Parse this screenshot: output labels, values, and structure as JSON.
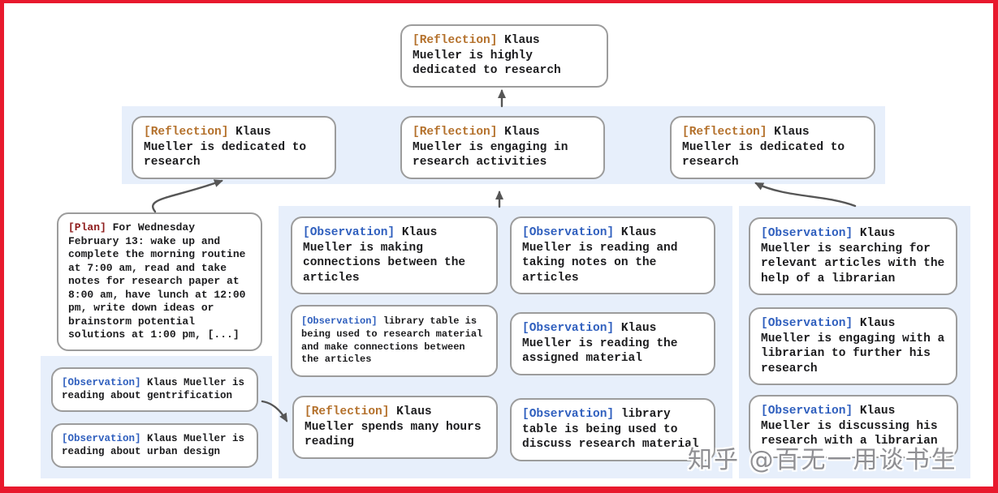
{
  "colors": {
    "frame": "#e8192d",
    "band": "#e7effb",
    "node_border": "#9c9c9c",
    "node_bg": "#ffffff",
    "text": "#1c1c1e",
    "reflection": "#b4712c",
    "observation": "#2f5fbe",
    "plan": "#8e1b1b",
    "arrow": "#565656",
    "watermark": "#8f8f93"
  },
  "nodes": {
    "top": {
      "tag": "[Reflection]",
      "text": "Klaus Mueller is highly dedicated to research"
    },
    "refl_left": {
      "tag": "[Reflection]",
      "text": "Klaus Mueller is dedicated to research"
    },
    "refl_mid": {
      "tag": "[Reflection]",
      "text": "Klaus Mueller is engaging in research activities"
    },
    "refl_right": {
      "tag": "[Reflection]",
      "text": "Klaus Mueller is dedicated to research"
    },
    "plan": {
      "tag": "[Plan]",
      "text": "For Wednesday February 13: wake up and complete the morning routine at 7:00 am, read and take notes for research paper at 8:00 am, have lunch at 12:00 pm, write down ideas or brainstorm potential solutions at 1:00 pm, [...]"
    },
    "obs_gentrification": {
      "tag": "[Observation]",
      "text": "Klaus Mueller is reading about gentrification"
    },
    "obs_urban": {
      "tag": "[Observation]",
      "text": "Klaus Mueller is reading about urban design"
    },
    "mid_a1": {
      "tag": "[Observation]",
      "text": "Klaus Mueller is making connections between the articles"
    },
    "mid_a2": {
      "tag": "[Observation]",
      "text": "library table is being used to research material and make connections between the articles"
    },
    "mid_refl": {
      "tag": "[Reflection]",
      "text": "Klaus Mueller spends many hours reading"
    },
    "mid_b1": {
      "tag": "[Observation]",
      "text": "Klaus Mueller is reading and taking notes on the articles"
    },
    "mid_b2": {
      "tag": "[Observation]",
      "text": "Klaus Mueller is reading the assigned material"
    },
    "mid_b3": {
      "tag": "[Observation]",
      "text": "library table is being used to discuss research material"
    },
    "right_1": {
      "tag": "[Observation]",
      "text": "Klaus Mueller is searching for relevant articles with the help of a librarian"
    },
    "right_2": {
      "tag": "[Observation]",
      "text": "Klaus Mueller is engaging with a librarian to further his research"
    },
    "right_3": {
      "tag": "[Observation]",
      "text": "Klaus Mueller is discussing his research with a librarian"
    }
  },
  "watermark": {
    "text": "知乎 @百无一用谈书生"
  }
}
